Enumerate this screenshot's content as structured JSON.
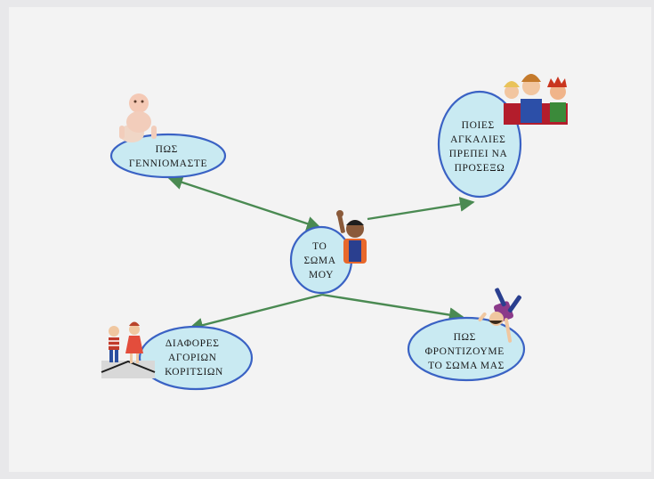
{
  "colors": {
    "ellipse_fill": "#c9eaf2",
    "ellipse_stroke": "#3a62c4",
    "arrow": "#4a8a52",
    "background": "#f3f3f3"
  },
  "nodes": {
    "center": {
      "lines": [
        "ΤΟ",
        "ΣΩΜΑ",
        "ΜΟΥ"
      ],
      "icon": "waving-boy-icon"
    },
    "birth": {
      "lines": [
        "ΠΩΣ",
        "ΓΕΝΝΙΟΜΑΣΤΕ"
      ],
      "icon": "baby-icon"
    },
    "hugs": {
      "lines": [
        "ΠΟΙΕΣ",
        "ΑΓΚΑΛΙΕΣ",
        "ΠΡΕΠΕΙ ΝΑ",
        "ΠΡΟΣΕΞΩ"
      ],
      "icon": "group-of-people-icon"
    },
    "differences": {
      "lines": [
        "ΔΙΑΦΟΡΕΣ",
        "ΑΓΟΡΙΩΝ",
        "ΚΟΡΙΤΣΙΩΝ"
      ],
      "icon": "boy-and-girl-icon"
    },
    "care": {
      "lines": [
        "ΠΩΣ",
        "ΦΡΟΝΤΙΖΟΥΜΕ",
        "ΤΟ ΣΩΜΑ ΜΑΣ"
      ],
      "icon": "cartwheel-child-icon"
    }
  }
}
